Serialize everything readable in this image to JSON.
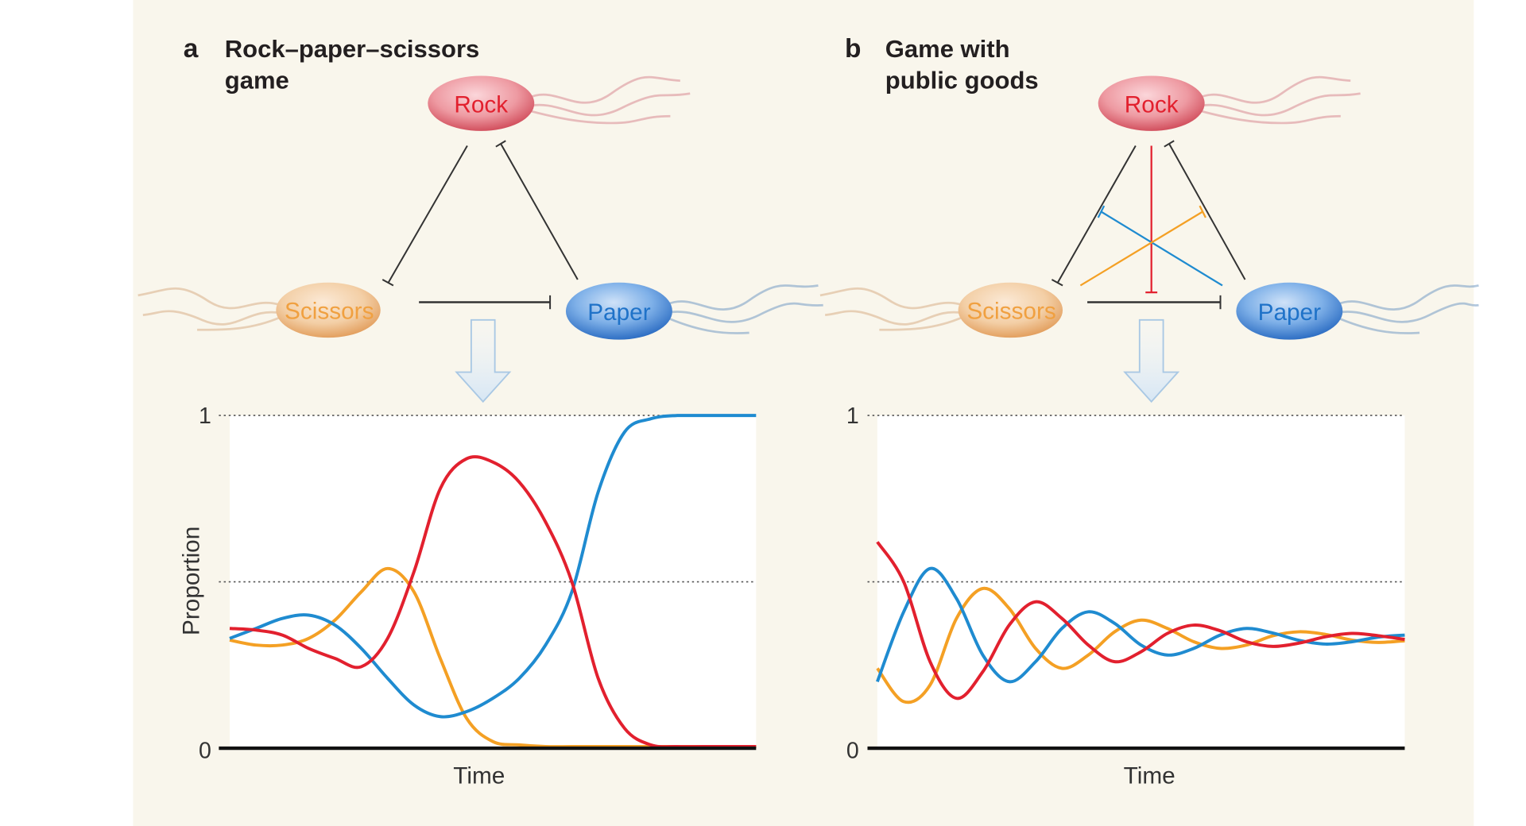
{
  "panels": [
    {
      "letter": "a",
      "title_lines": [
        "Rock–paper–scissors",
        "game"
      ],
      "cells": {
        "rock": "Rock",
        "scissors": "Scissors",
        "paper": "Paper"
      }
    },
    {
      "letter": "b",
      "title_lines": [
        "Game with",
        "public goods"
      ],
      "cells": {
        "rock": "Rock",
        "scissors": "Scissors",
        "paper": "Paper"
      }
    }
  ],
  "colors": {
    "rock": "#e2202e",
    "paper": "#1f8bd0",
    "scissors": "#f4a024",
    "background": "#f9f6ec"
  },
  "chart_data": [
    {
      "type": "line",
      "title": "Rock–paper–scissors game",
      "xlabel": "Time",
      "ylabel": "Proportion",
      "ylim": [
        0,
        1
      ],
      "yticks": [
        "0",
        "1"
      ],
      "gridlines": [
        0.5,
        1
      ],
      "x": [
        0,
        5,
        10,
        15,
        20,
        25,
        30,
        35,
        40,
        45,
        50,
        55,
        60,
        65,
        70,
        75,
        80,
        85,
        90,
        95,
        100
      ],
      "series": [
        {
          "name": "Scissors",
          "color": "#f4a024",
          "values": [
            0.325,
            0.31,
            0.31,
            0.33,
            0.385,
            0.47,
            0.54,
            0.47,
            0.27,
            0.09,
            0.02,
            0.01,
            0.005,
            0.005,
            0.005,
            0.005,
            0.005,
            0.005,
            0.005,
            0.005,
            0.005
          ]
        },
        {
          "name": "Paper",
          "color": "#1f8bd0",
          "values": [
            0.33,
            0.36,
            0.39,
            0.4,
            0.37,
            0.3,
            0.21,
            0.13,
            0.095,
            0.11,
            0.15,
            0.21,
            0.31,
            0.47,
            0.77,
            0.95,
            0.99,
            1,
            1,
            1,
            1
          ]
        },
        {
          "name": "Rock",
          "color": "#e2202e",
          "values": [
            0.36,
            0.355,
            0.34,
            0.3,
            0.27,
            0.245,
            0.33,
            0.53,
            0.78,
            0.87,
            0.86,
            0.8,
            0.68,
            0.5,
            0.21,
            0.06,
            0.01,
            0.005,
            0.005,
            0.005,
            0.005
          ]
        }
      ]
    },
    {
      "type": "line",
      "title": "Game with public goods",
      "xlabel": "Time",
      "ylabel": "",
      "ylim": [
        0,
        1
      ],
      "yticks": [
        "0",
        "1"
      ],
      "gridlines": [
        0.5,
        1
      ],
      "x": [
        0,
        5,
        10,
        15,
        20,
        25,
        30,
        35,
        40,
        45,
        50,
        55,
        60,
        65,
        70,
        75,
        80,
        85,
        90,
        95,
        100
      ],
      "series": [
        {
          "name": "Scissors",
          "color": "#f4a024",
          "values": [
            0.24,
            0.14,
            0.19,
            0.39,
            0.48,
            0.42,
            0.3,
            0.24,
            0.28,
            0.35,
            0.385,
            0.36,
            0.32,
            0.3,
            0.31,
            0.338,
            0.35,
            0.342,
            0.325,
            0.318,
            0.323
          ]
        },
        {
          "name": "Paper",
          "color": "#1f8bd0",
          "values": [
            0.2,
            0.41,
            0.54,
            0.45,
            0.28,
            0.2,
            0.26,
            0.36,
            0.41,
            0.375,
            0.31,
            0.28,
            0.3,
            0.34,
            0.36,
            0.346,
            0.324,
            0.313,
            0.32,
            0.334,
            0.34
          ]
        },
        {
          "name": "Rock",
          "color": "#e2202e",
          "values": [
            0.62,
            0.5,
            0.26,
            0.15,
            0.23,
            0.37,
            0.44,
            0.39,
            0.31,
            0.26,
            0.29,
            0.345,
            0.37,
            0.353,
            0.32,
            0.306,
            0.316,
            0.335,
            0.345,
            0.338,
            0.327
          ]
        }
      ]
    }
  ]
}
